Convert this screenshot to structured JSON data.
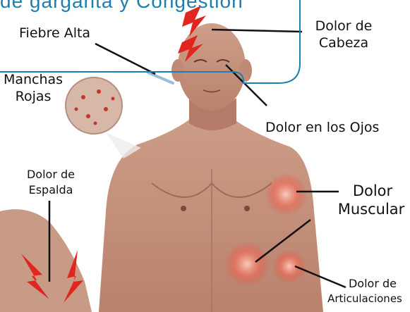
{
  "header": {
    "text": "de garganta y Congestión"
  },
  "labels": {
    "fiebre_alta": "Fiebre Alta",
    "dolor_cabeza_1": "Dolor de",
    "dolor_cabeza_2": "Cabeza",
    "manchas_1": "Manchas",
    "manchas_2": "Rojas",
    "dolor_ojos": "Dolor en los Ojos",
    "espalda_1": "Dolor de",
    "espalda_2": "Espalda",
    "muscular_1": "Dolor",
    "muscular_2": "Muscular",
    "articulaciones_1": "Dolor de",
    "articulaciones_2": "Articulaciones"
  },
  "colors": {
    "header": "#1c7fb0",
    "skin": "#c89682",
    "pain_glow": "#e8413a",
    "lightning": "#e0261e"
  }
}
